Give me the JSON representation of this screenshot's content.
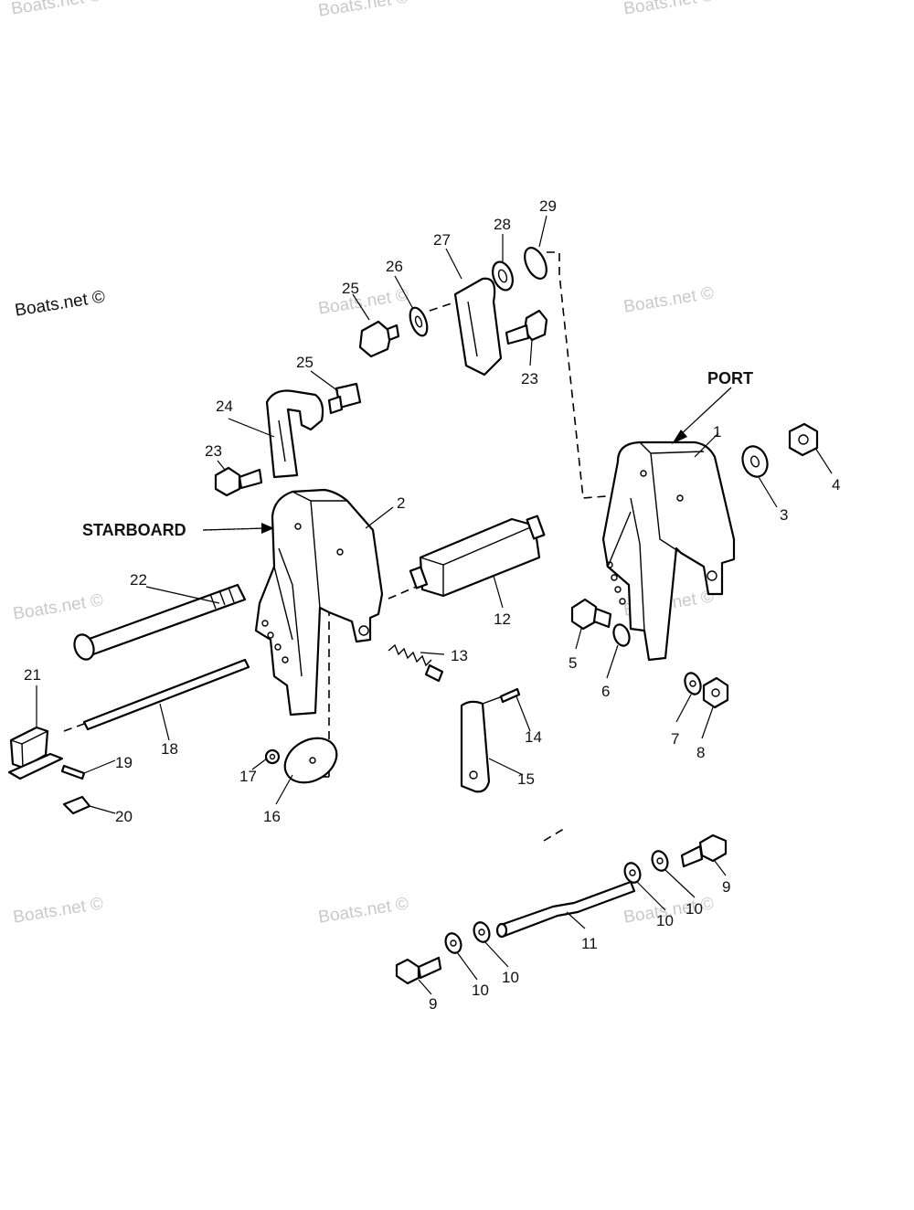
{
  "watermark": "Boats.net ©",
  "labels": {
    "starboard": "STARBOARD",
    "port": "PORT"
  },
  "callouts": [
    "1",
    "2",
    "3",
    "4",
    "5",
    "6",
    "7",
    "8",
    "9",
    "9",
    "10",
    "10",
    "10",
    "10",
    "11",
    "12",
    "13",
    "14",
    "15",
    "16",
    "17",
    "18",
    "19",
    "20",
    "21",
    "22",
    "23",
    "23",
    "24",
    "25",
    "25",
    "26",
    "27",
    "28",
    "29"
  ]
}
